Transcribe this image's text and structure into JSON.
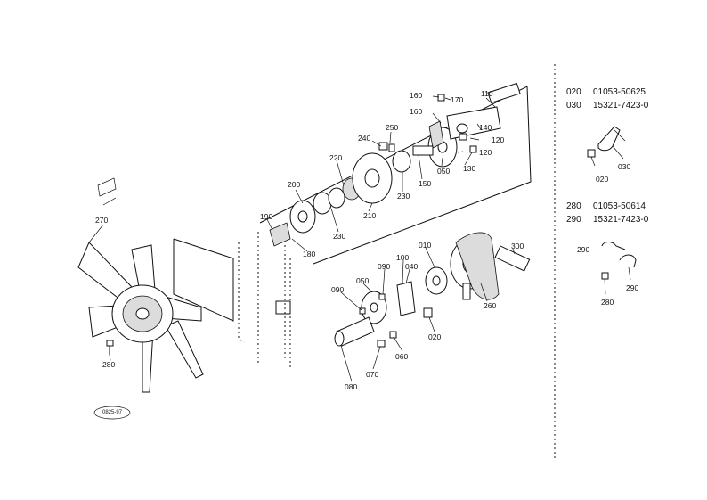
{
  "parts_list": {
    "group1": [
      {
        "ref": "020",
        "part_no": "01053-50625"
      },
      {
        "ref": "030",
        "part_no": "15321-7423-0"
      }
    ],
    "group2": [
      {
        "ref": "280",
        "part_no": "01053-50614"
      },
      {
        "ref": "290",
        "part_no": "15321-7423-0"
      }
    ]
  },
  "stamp": "0825-97",
  "callouts": {
    "c110": "110",
    "c160a": "160",
    "c170": "170",
    "c160b": "160",
    "c140": "140",
    "c250": "250",
    "c240": "240",
    "c120a": "120",
    "c120b": "120",
    "c130": "130",
    "c220": "220",
    "c050a": "050",
    "c150": "150",
    "c230a": "230",
    "c200": "200",
    "c210": "210",
    "c190": "190",
    "c230b": "230",
    "c180": "180",
    "c270": "270",
    "c010": "010",
    "c300": "300",
    "c100": "100",
    "c090a": "090",
    "c040": "040",
    "c050b": "050",
    "c090b": "090",
    "c260": "260",
    "c020a": "020",
    "c060": "060",
    "c070": "070",
    "c080": "080",
    "c280a": "280",
    "inset_020": "020",
    "inset_030": "030",
    "inset_290a": "290",
    "inset_290b": "290",
    "inset_280": "280"
  }
}
